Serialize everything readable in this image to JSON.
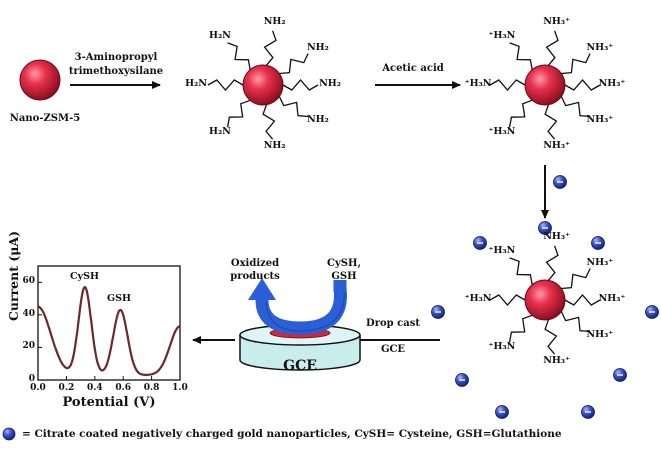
{
  "start_label": "Nano-ZSM-5",
  "step1_reagent": [
    "3-Aminopropyl",
    "trimethoxysilane"
  ],
  "step2_reagent": "Acetic acid",
  "amine_group": "NH₂",
  "amine_group_alt": "H₂N",
  "ammonium_group": "NH₃⁺",
  "ammonium_group_alt": "⁺H₃N",
  "drop_cast_labels": [
    "Drop cast",
    "GCE"
  ],
  "electrode_label": "GCE",
  "oxidized_label": [
    "Oxidized",
    "products"
  ],
  "analyte_label": [
    "CySH,",
    "GSH"
  ],
  "voltammogram": {
    "ylabel": "Current (μA)",
    "xlabel": "Potential (V)",
    "peak_labels": [
      "CySH",
      "GSH"
    ],
    "xticks": [
      "0.0",
      "0.2",
      "0.4",
      "0.6",
      "0.8",
      "1.0"
    ],
    "yticks": [
      "0",
      "20",
      "40",
      "60"
    ]
  },
  "legend_text": "= Citrate coated negatively charged gold nanoparticles, CySH= Cysteine,   GSH=Glutathione",
  "colors": {
    "nanoparticle": "#e01f3c",
    "gold_np": "#2a3fb0",
    "arrow_blue": "#2a5fd8",
    "electrode_fill": "#c9ecec",
    "curve": "#6b2a2a"
  }
}
